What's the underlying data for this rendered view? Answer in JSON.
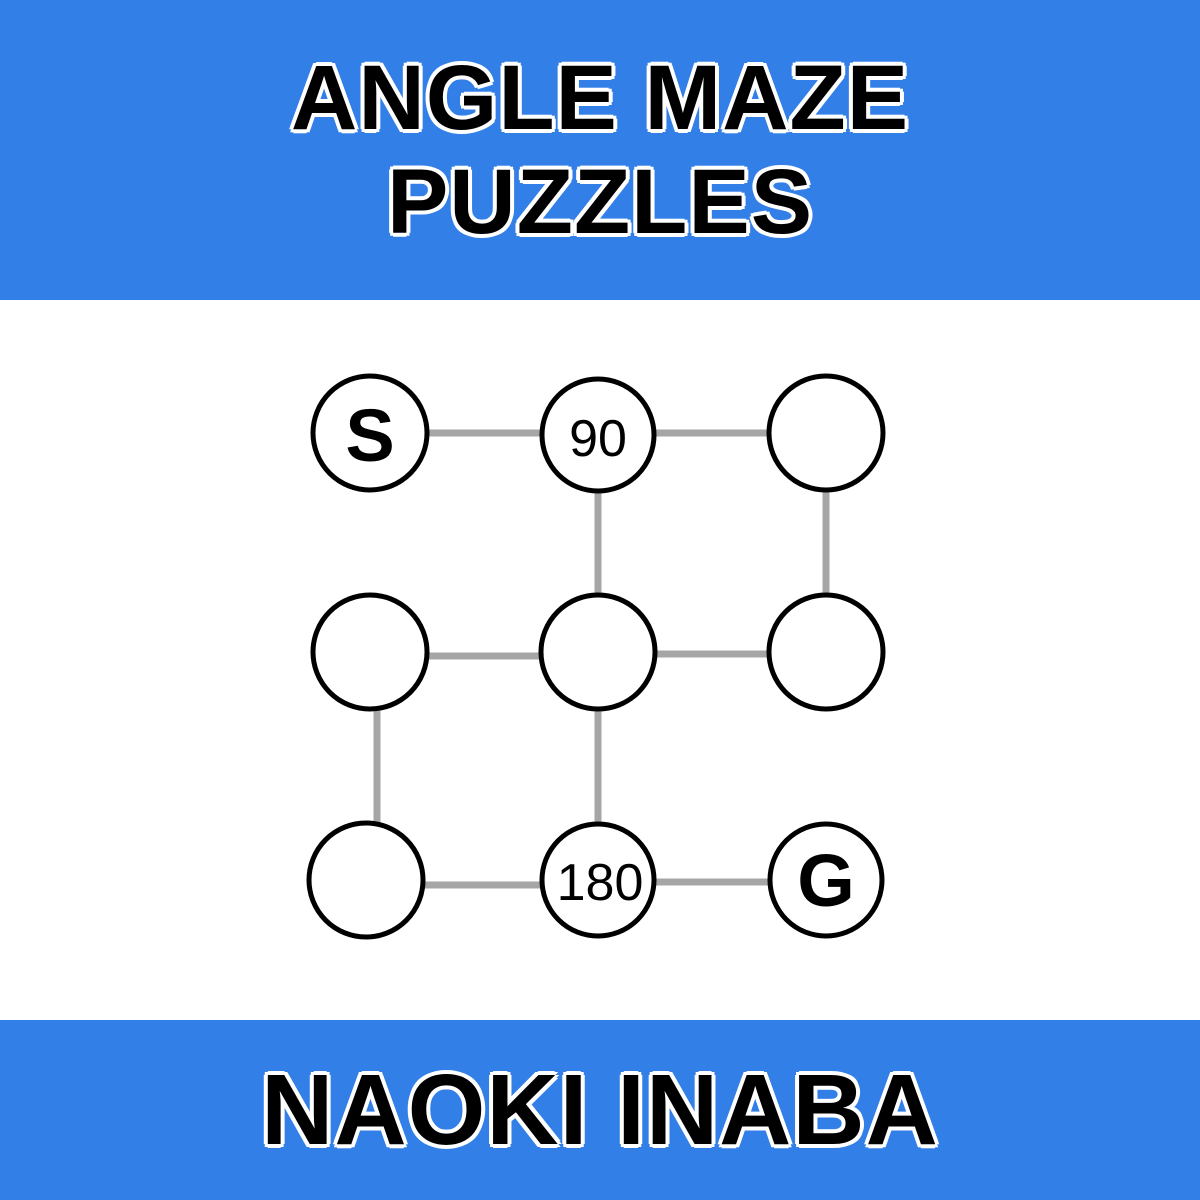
{
  "header": {
    "title_line1": "ANGLE MAZE",
    "title_line2": "PUZZLES"
  },
  "footer": {
    "author": "NAOKI INABA"
  },
  "colors": {
    "band": "#337fe8",
    "edge": "#a6a6a6",
    "node_stroke": "#000000"
  },
  "maze": {
    "nodes": [
      {
        "id": "r0c0",
        "label": "S"
      },
      {
        "id": "r0c1",
        "label": "90"
      },
      {
        "id": "r0c2",
        "label": ""
      },
      {
        "id": "r1c0",
        "label": ""
      },
      {
        "id": "r1c1",
        "label": ""
      },
      {
        "id": "r1c2",
        "label": ""
      },
      {
        "id": "r2c0",
        "label": ""
      },
      {
        "id": "r2c1",
        "label": "180"
      },
      {
        "id": "r2c2",
        "label": "G"
      }
    ],
    "edges": [
      [
        "r0c0",
        "r0c1"
      ],
      [
        "r0c1",
        "r0c2"
      ],
      [
        "r0c1",
        "r1c1"
      ],
      [
        "r0c2",
        "r1c2"
      ],
      [
        "r1c0",
        "r1c1"
      ],
      [
        "r1c1",
        "r1c2"
      ],
      [
        "r1c0",
        "r2c0"
      ],
      [
        "r1c1",
        "r2c1"
      ],
      [
        "r2c0",
        "r2c1"
      ],
      [
        "r2c1",
        "r2c2"
      ]
    ]
  }
}
